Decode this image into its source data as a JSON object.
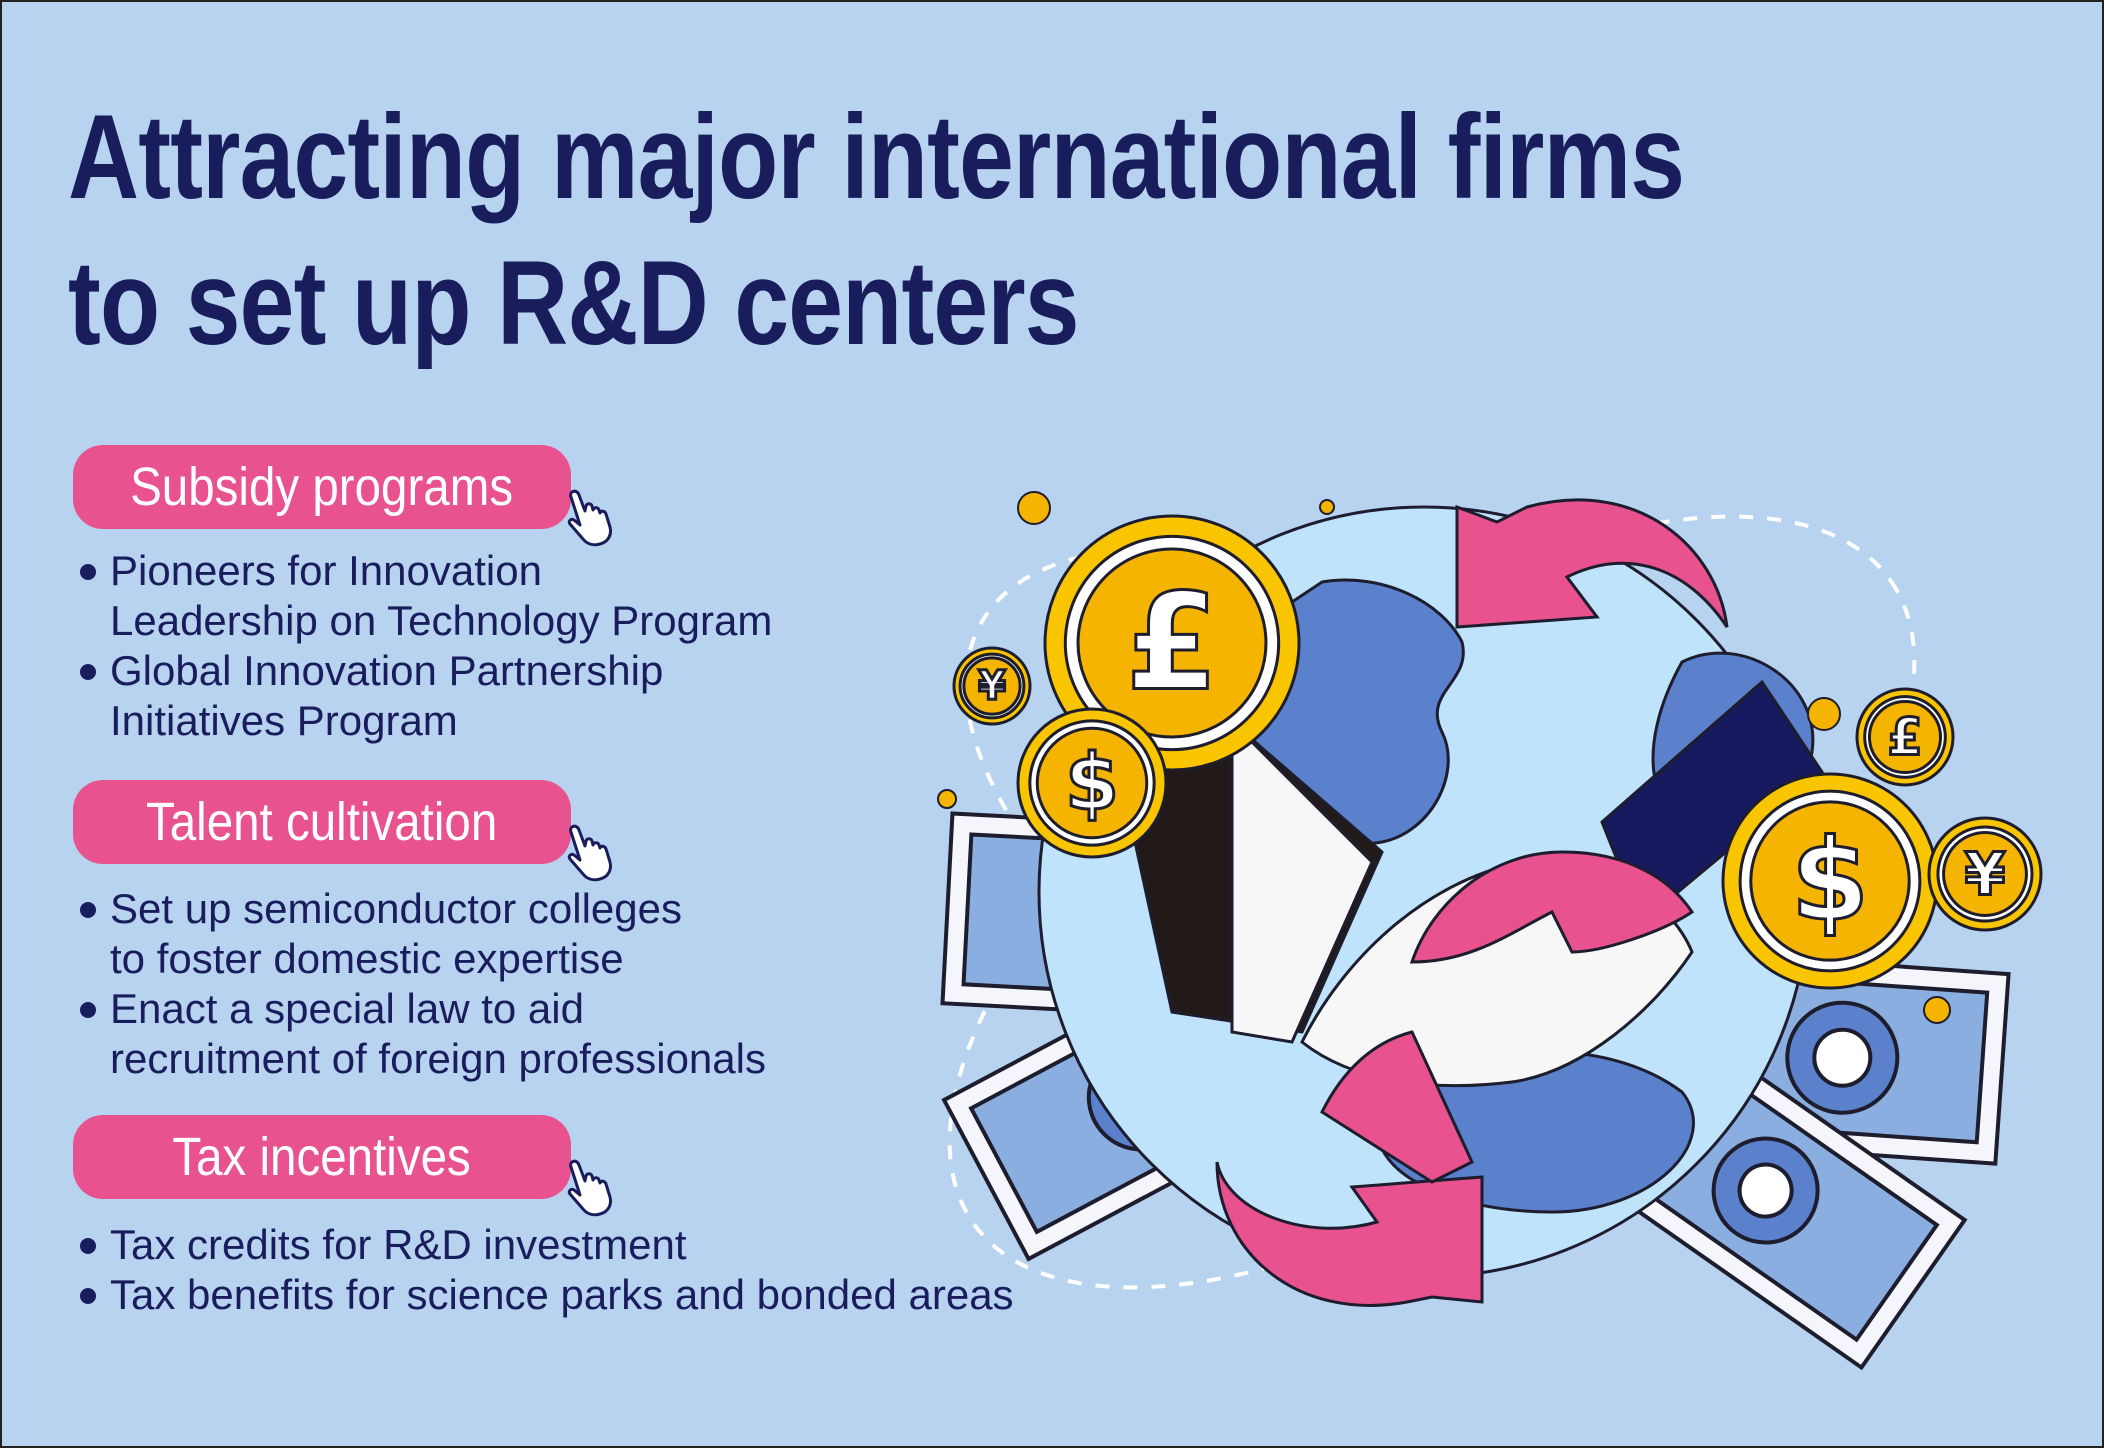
{
  "title": {
    "line1": "Attracting major international firms",
    "line2": "to set up R&D centers"
  },
  "sections": [
    {
      "heading": "Subsidy programs",
      "icon": "pointing-hand-icon",
      "items": [
        [
          "Pioneers for Innovation",
          "Leadership on Technology Program"
        ],
        [
          "Global Innovation Partnership",
          "Initiatives Program"
        ]
      ]
    },
    {
      "heading": "Talent cultivation",
      "icon": "pointing-hand-icon",
      "items": [
        [
          "Set up semiconductor colleges",
          "to foster domestic expertise"
        ],
        [
          "Enact a special law to aid",
          "recruitment of foreign professionals"
        ]
      ]
    },
    {
      "heading": "Tax incentives",
      "icon": "pointing-hand-icon",
      "items": [
        [
          "Tax credits for R&D investment"
        ],
        [
          "Tax benefits for science parks and bonded areas"
        ]
      ]
    }
  ],
  "illustration": {
    "coin_symbols": {
      "pound": "£",
      "dollar": "$",
      "yen": "¥"
    }
  },
  "colors": {
    "background": "#b7d3f0",
    "title": "#1a1d5c",
    "accent_pink": "#e8528f",
    "coin_gold": "#f5b400",
    "globe_blue": "#5b80cc"
  }
}
